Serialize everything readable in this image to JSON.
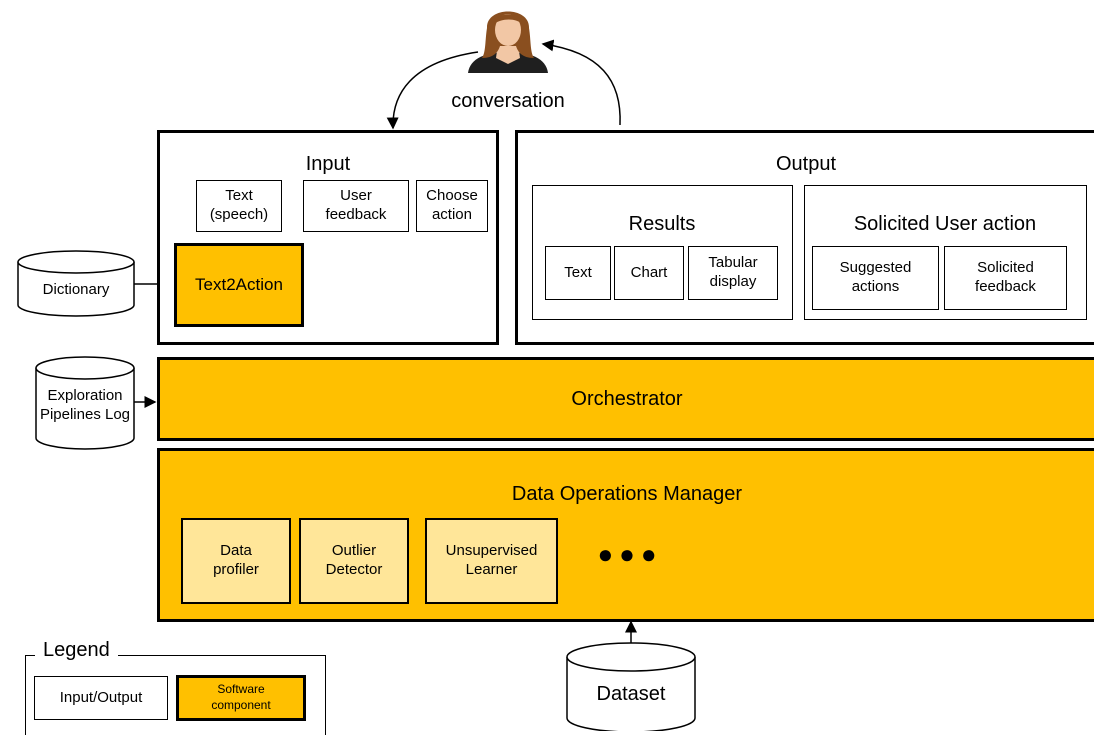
{
  "user": {
    "icon": "person-icon",
    "label": "conversation"
  },
  "input": {
    "title": "Input",
    "boxes": [
      "Text\n(speech)",
      "User\nfeedback",
      "Choose\naction"
    ],
    "component": "Text2Action"
  },
  "output": {
    "title": "Output",
    "results": {
      "title": "Results",
      "items": [
        "Text",
        "Chart",
        "Tabular\ndisplay"
      ]
    },
    "solicited": {
      "title": "Solicited User action",
      "items": [
        "Suggested\nactions",
        "Solicited\nfeedback"
      ]
    }
  },
  "stores": {
    "dictionary": "Dictionary",
    "log": "Exploration\nPipelines Log",
    "dataset": "Dataset"
  },
  "orchestrator": "Orchestrator",
  "dom": {
    "title": "Data Operations Manager",
    "components": [
      "Data\nprofiler",
      "Outlier\nDetector",
      "Unsupervised\nLearner"
    ],
    "ellipsis": "●●●"
  },
  "legend": {
    "title": "Legend",
    "io": "Input/Output",
    "software": "Software\ncomponent"
  },
  "colors": {
    "component": "#FFC000",
    "subcomponent": "#FFE699",
    "border": "#000000"
  }
}
